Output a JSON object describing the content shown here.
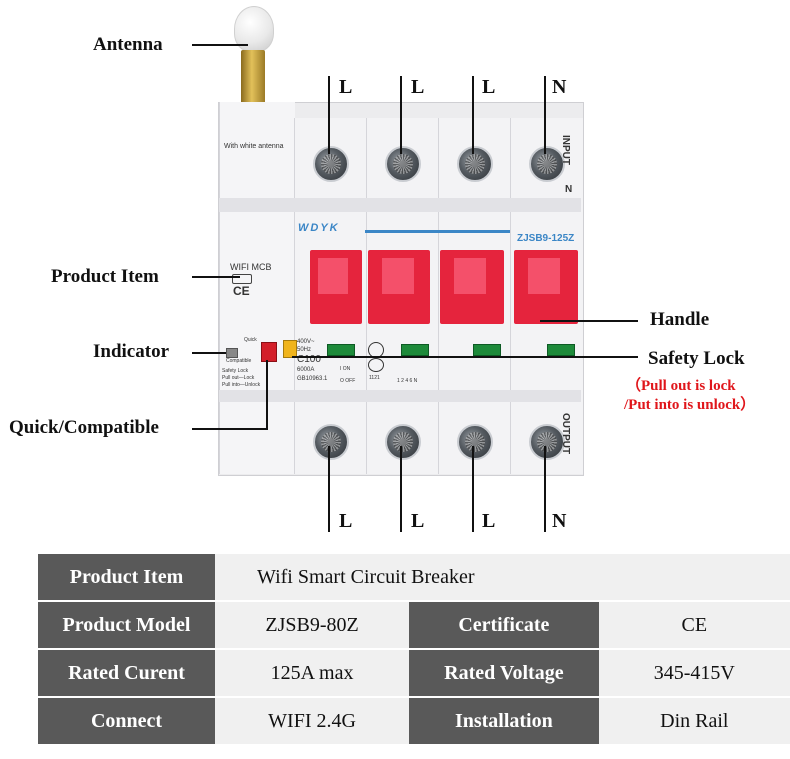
{
  "callouts": {
    "antenna": "Antenna",
    "product_item": "Product Item",
    "indicator": "Indicator",
    "quick_compatible": "Quick/Compatible",
    "handle": "Handle",
    "safety_lock": "Safety Lock",
    "safety_lock_note_1": "（Pull out is lock",
    "safety_lock_note_2": "/Put into is unlock）"
  },
  "terminals_top": [
    "L",
    "L",
    "L",
    "N"
  ],
  "terminals_bottom": [
    "L",
    "L",
    "L",
    "N"
  ],
  "device": {
    "antenna_note": "With white antenna",
    "brand": "WDYK",
    "model_tag": "ZJSB9-125Z",
    "wifi_label": "WIFI MCB",
    "ce_mark": "CE",
    "input_label": "INPUT",
    "output_label": "OUTPUT",
    "n_label": "N",
    "quick_label": "Quick",
    "compatible_label": "Compatible",
    "safety_lock_small": "Safety Lock",
    "pull_out_small": "Pull out—Lock",
    "pull_into_small": "Pull into—Unlock",
    "voltage_small": "400V~",
    "freq_small": "50Hz",
    "rating_small": "C100",
    "breaking_small": "6000A",
    "standard_small": "GB10963.1",
    "on_small": "I ON",
    "off_small": "O OFF",
    "ccc_small": "1121",
    "pole_small": "1 2 4 6 N"
  },
  "spec_table": {
    "rows": [
      {
        "h1": "Product Item",
        "v1": "Wifi Smart Circuit Breaker"
      },
      {
        "h1": "Product Model",
        "v1": "ZJSB9-80Z",
        "h2": "Certificate",
        "v2": "CE"
      },
      {
        "h1": "Rated Curent",
        "v1": "125A max",
        "h2": "Rated Voltage",
        "v2": "345-415V"
      },
      {
        "h1": "Connect",
        "v1": "WIFI 2.4G",
        "h2": "Installation",
        "v2": "Din Rail"
      }
    ]
  },
  "colors": {
    "handle": "#e5243d",
    "header_cell": "#595959",
    "value_cell": "#f0f0f0",
    "brand_blue": "#3b86c6",
    "note_red": "#e0161b"
  }
}
